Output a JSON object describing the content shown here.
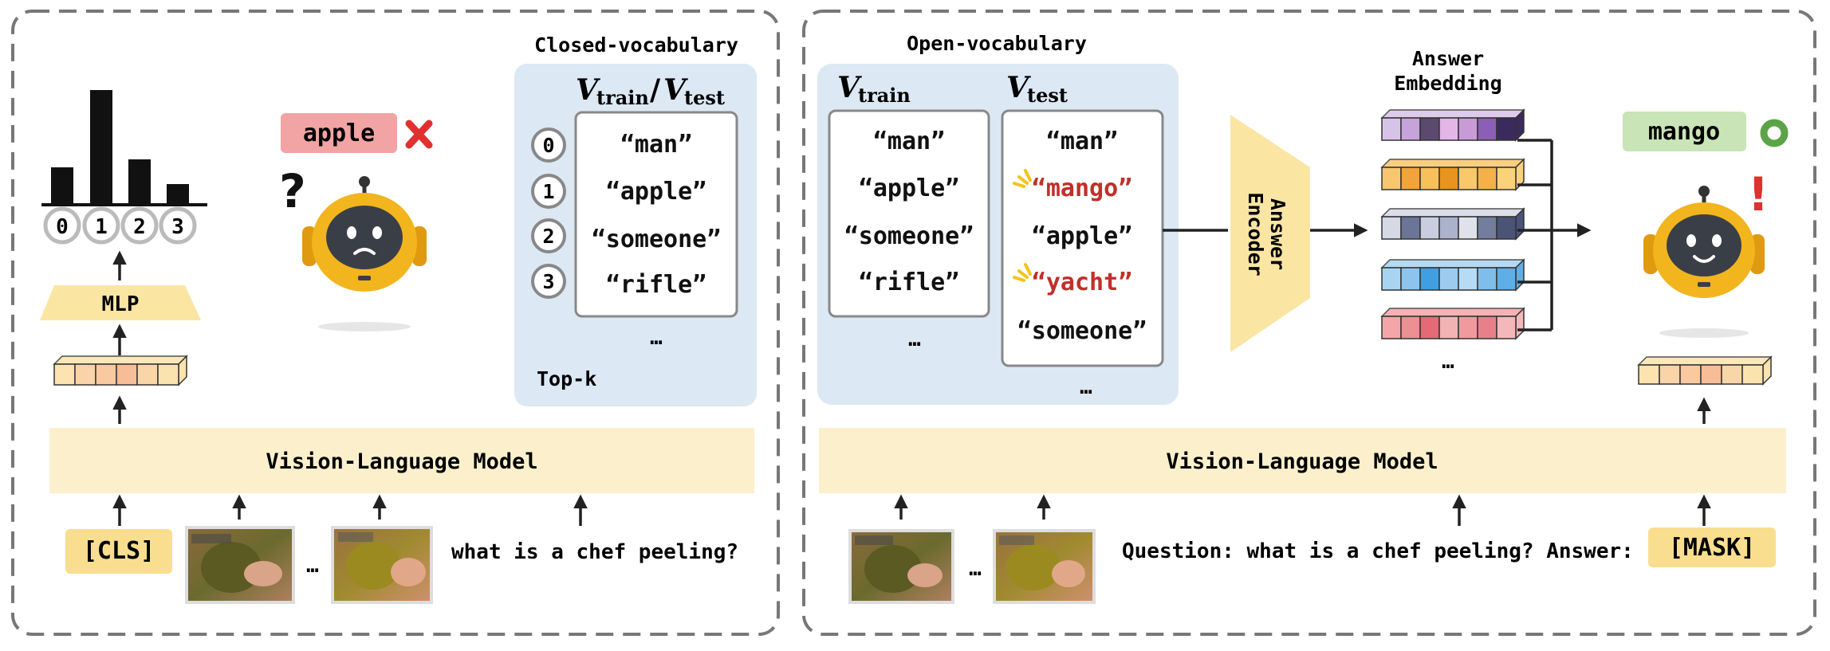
{
  "left_panel": {
    "bars": [
      0,
      1,
      2,
      3
    ],
    "mlp_label": "MLP",
    "wrong_answer": "apple",
    "question_mark": "?",
    "vocab_box": {
      "title": "Closed-vocabulary",
      "header_v1": "V",
      "header_sub1": "train",
      "header_slash": "/",
      "header_v2": "V",
      "header_sub2": "test",
      "items": [
        "“man”",
        "“apple”",
        "“someone”",
        "“rifle”"
      ],
      "indices": [
        "0",
        "1",
        "2",
        "3"
      ],
      "ellipsis": "…",
      "topk_label": "Top-k"
    },
    "vlm_label": "Vision-Language Model",
    "cls_token": "[CLS]",
    "frames_ellipsis": "…",
    "question_text": "what is a chef peeling?"
  },
  "right_panel": {
    "vocab_title": "Open-vocabulary",
    "train_header_v": "V",
    "train_header_sub": "train",
    "train_items": [
      "“man”",
      "“apple”",
      "“someone”",
      "“rifle”"
    ],
    "train_ellipsis": "…",
    "test_header_v": "V",
    "test_header_sub": "test",
    "test_items": [
      {
        "text": "“man”",
        "new": false
      },
      {
        "text": "“mango”",
        "new": true
      },
      {
        "text": "“apple”",
        "new": false
      },
      {
        "text": "“yacht”",
        "new": true
      },
      {
        "text": "“someone”",
        "new": false
      }
    ],
    "test_ellipsis": "…",
    "encoder_label_1": "Answer",
    "encoder_label_2": "Encoder",
    "embedding_title_1": "Answer",
    "embedding_title_2": "Embedding",
    "embeddings_ellipsis": "…",
    "correct_answer": "mango",
    "exclaim": "!",
    "vlm_label": "Vision-Language Model",
    "frames_ellipsis": "…",
    "question_text": "Question: what is a chef peeling? Answer:",
    "mask_token": "[MASK]"
  },
  "colors": {
    "panel_border": "#777777",
    "vlm_fill": "#fcf0cc",
    "vocab_fill": "#dce8f3",
    "token_fill": "#f9de8f",
    "wrong_fill": "#f2a3a3",
    "wrong_mark": "#e03030",
    "correct_fill": "#c9e4b6",
    "correct_mark": "#5aa447",
    "new_word": "#c0302a",
    "robot_body": "#f2b51e",
    "robot_face": "#3a3f47"
  }
}
